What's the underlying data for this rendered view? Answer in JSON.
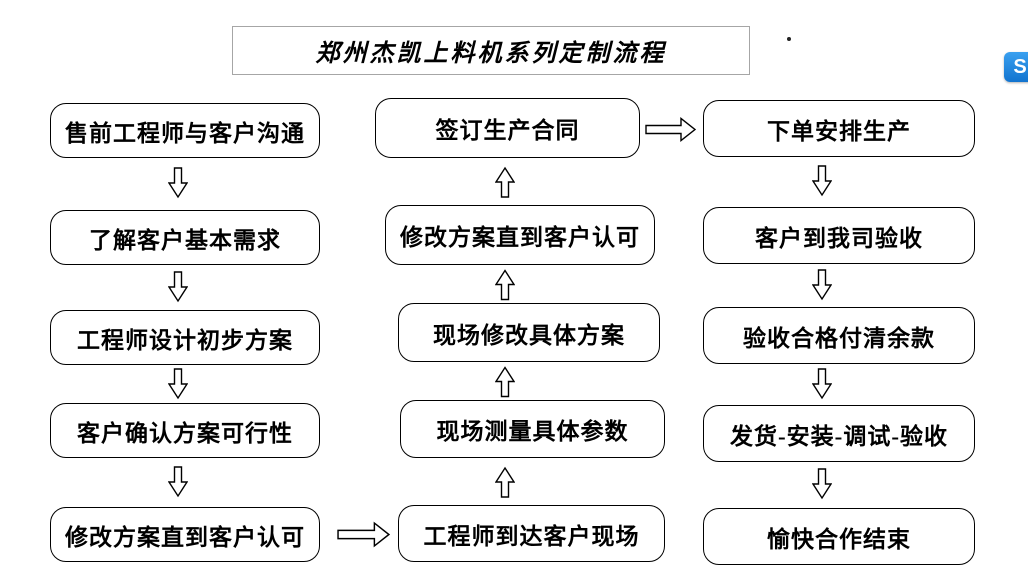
{
  "title": "郑州杰凯上料机系列定制流程",
  "columns": {
    "left": [
      "售前工程师与客户沟通",
      "了解客户基本需求",
      "工程师设计初步方案",
      "客户确认方案可行性",
      "修改方案直到客户认可"
    ],
    "middle": [
      "签订生产合同",
      "修改方案直到客户认可",
      "现场修改具体方案",
      "现场测量具体参数",
      "工程师到达客户现场"
    ],
    "right": [
      "下单安排生产",
      "客户到我司验收",
      "验收合格付清余款",
      "发货-安装-调试-验收",
      "愉快合作结束"
    ]
  },
  "icons": {
    "corner_badge": "chat-badge-icon",
    "badge_glyph": "S",
    "vertical_arrow": "block-arrow",
    "horizontal_arrow": "block-arrow"
  },
  "colors": {
    "background": "#ffffff",
    "box_border": "#000000",
    "title_border": "#a6a6a6",
    "badge_blue": "#1e88e5"
  }
}
